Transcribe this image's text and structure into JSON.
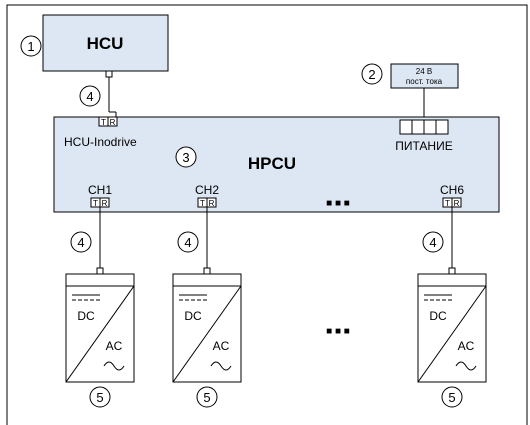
{
  "diagram": {
    "colors": {
      "box_fill": "#dde6f3",
      "line": "#000000"
    },
    "hcu": {
      "label": "HCU",
      "marker": "1"
    },
    "power": {
      "marker": "2",
      "label_line1": "24 В",
      "label_line2": "пост. тока",
      "connector_label": "ПИТАНИЕ"
    },
    "hpcu": {
      "label": "HPCU",
      "marker": "3",
      "hcu_port_label": "HCU-Inodrive",
      "ellipsis": "■ ■ ■"
    },
    "link_marker": "4",
    "port": {
      "t": "T",
      "r": "R"
    },
    "channels": [
      {
        "label": "CH1",
        "link_marker": "4",
        "converter_marker": "5"
      },
      {
        "label": "CH2",
        "link_marker": "4",
        "converter_marker": "5"
      },
      {
        "label": "CH6",
        "link_marker": "4",
        "converter_marker": "5"
      }
    ],
    "converter": {
      "dc_label": "DC",
      "ac_label": "AC"
    },
    "converter_ellipsis": "■ ■ ■"
  }
}
